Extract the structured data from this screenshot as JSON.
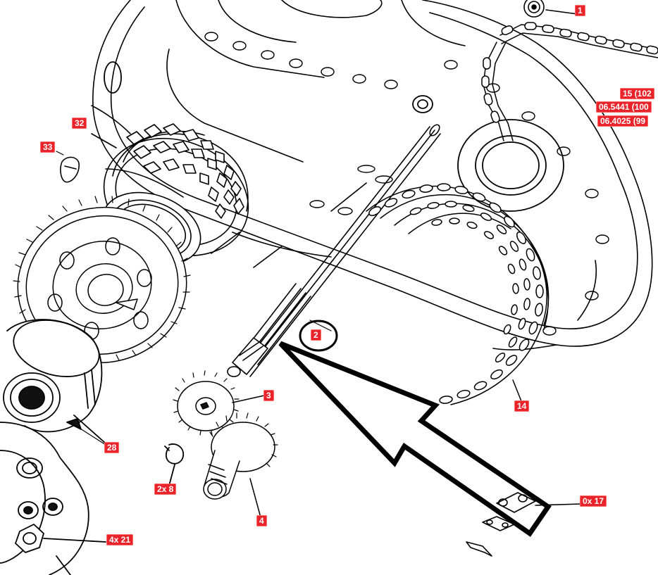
{
  "labels": {
    "p1": "1",
    "p15": "15 (102",
    "p06_5441": "06.5441 (100",
    "p06_4025": "06.4025 (99",
    "p32": "32",
    "p33": "33",
    "p2": "2",
    "p3": "3",
    "p14": "14",
    "p28": "28",
    "p2x8": "2x 8",
    "p4": "4",
    "p0x17": "0x 17",
    "p4x21": "4x 21"
  },
  "colors": {
    "label_bg": "#e8242a",
    "label_text": "#ffffff",
    "line": "#000000",
    "background": "#ffffff"
  }
}
